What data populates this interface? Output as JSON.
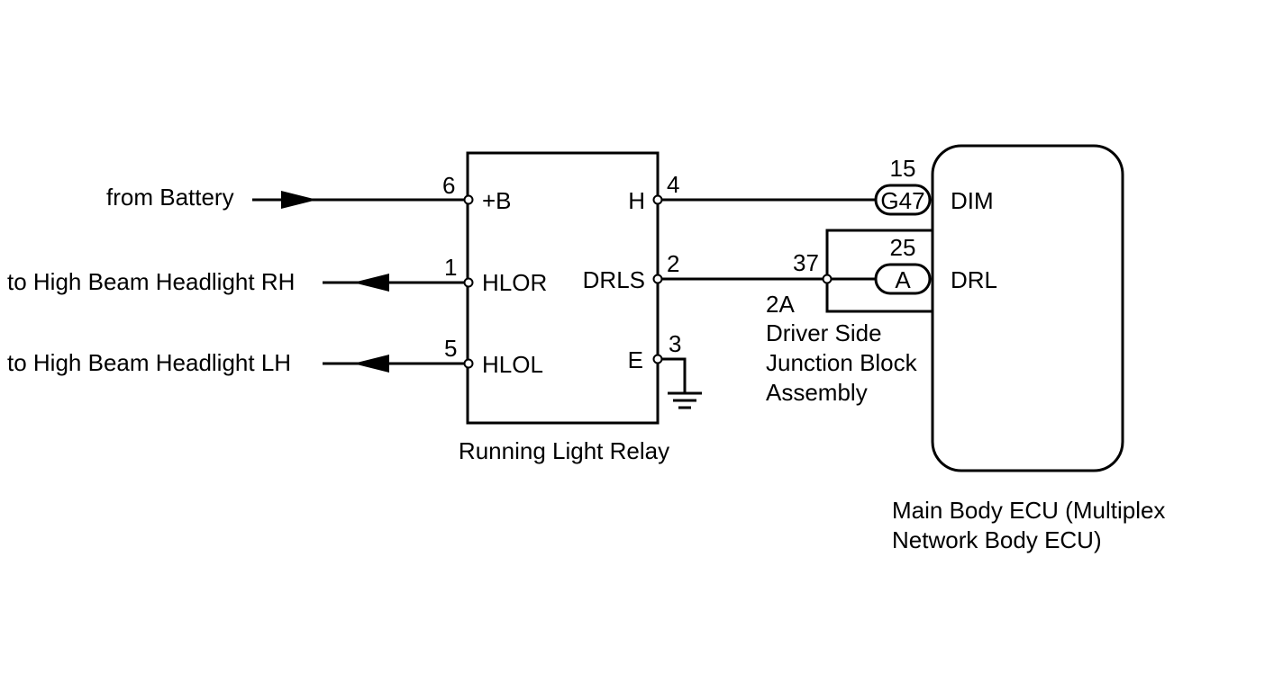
{
  "external": {
    "from_battery": "from Battery",
    "to_hb_rh": "to High Beam Headlight RH",
    "to_hb_lh": "to High Beam Headlight LH"
  },
  "relay": {
    "name": "Running Light Relay",
    "pins": [
      {
        "num": "6",
        "label": "+B"
      },
      {
        "num": "1",
        "label": "HLOR"
      },
      {
        "num": "5",
        "label": "HLOL"
      },
      {
        "num": "4",
        "label": "H"
      },
      {
        "num": "2",
        "label": "DRLS"
      },
      {
        "num": "3",
        "label": "E"
      }
    ]
  },
  "junction": {
    "pin": "37",
    "code": "2A",
    "name_lines": [
      "Driver Side",
      "Junction Block",
      "Assembly"
    ]
  },
  "connectors": [
    {
      "pin": "15",
      "code": "G47"
    },
    {
      "pin": "25",
      "code": "A"
    }
  ],
  "ecu": {
    "terminals": [
      "DIM",
      "DRL"
    ],
    "name_lines": [
      "Main Body ECU (Multiplex",
      "Network Body ECU)"
    ]
  },
  "colors": {
    "line": "#000000",
    "background": "#ffffff"
  }
}
